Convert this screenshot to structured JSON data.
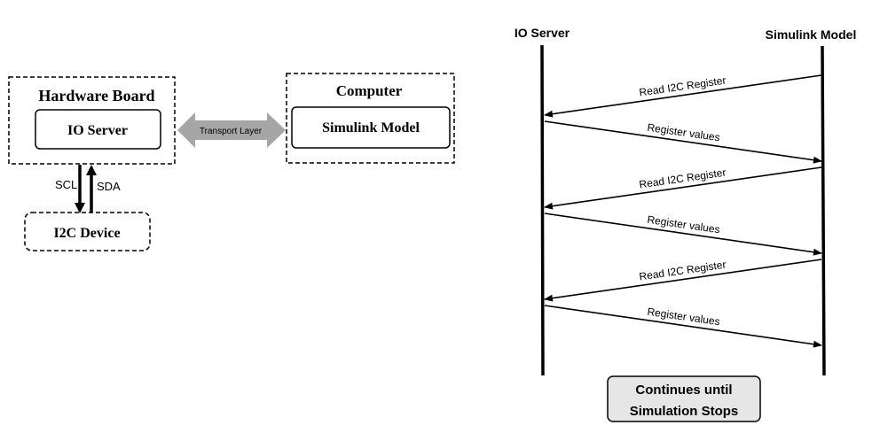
{
  "block_diagram": {
    "hardware_board": {
      "title": "Hardware Board",
      "io_server": "IO Server"
    },
    "transport_layer": "Transport Layer",
    "computer": {
      "title": "Computer",
      "simulink_model": "Simulink Model"
    },
    "scl_label": "SCL",
    "sda_label": "SDA",
    "i2c_device": "I2C Device"
  },
  "sequence_diagram": {
    "lifeline_left": "IO Server",
    "lifeline_right": "Simulink Model",
    "messages": [
      {
        "label": "Read  I2C Register",
        "direction": "to-left"
      },
      {
        "label": "Register values",
        "direction": "to-right"
      },
      {
        "label": "Read  I2C Register",
        "direction": "to-left"
      },
      {
        "label": "Register values",
        "direction": "to-right"
      },
      {
        "label": "Read  I2C Register",
        "direction": "to-left"
      },
      {
        "label": "Register values",
        "direction": "to-right"
      }
    ],
    "footer_line1": "Continues until",
    "footer_line2": "Simulation Stops"
  },
  "colors": {
    "line": "#000000",
    "transport_arrow": "#a6a6a6",
    "footer_box_fill": "#e7e6e6"
  }
}
